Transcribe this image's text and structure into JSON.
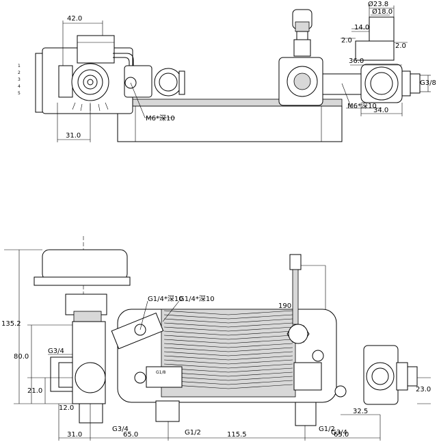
{
  "top_left_view": {
    "dims": {
      "width_top": "42.0",
      "width_bottom": "31.0",
      "callout": "M6*深10"
    },
    "connector_pins": [
      "1",
      "2",
      "3",
      "4",
      "5"
    ]
  },
  "top_right_view": {
    "dims": {
      "dia_outer": "Ø23.8",
      "dia_inner": "Ø18.0",
      "len_14": "14.0",
      "len_2a": "2.0",
      "len_2b": "2.0",
      "len_36": "36.0",
      "thread": "G3/8",
      "len_34": "34.0",
      "callout": "M6*深10"
    }
  },
  "bottom_view": {
    "dims": {
      "h_135": "135.2",
      "h_80": "80.0",
      "h_21": "21.0",
      "h_12": "12.0",
      "thread_left_top": "G3/4",
      "thread_left_bottom": "G3/4",
      "callout_1": "G1/4*深10",
      "callout_2": "G1/4*深10",
      "callout_3": "G1/8",
      "d_190": "190",
      "thread_mid": "G1/2",
      "thread_right_mid": "G1/2",
      "thread_right": "G3/4",
      "len_32": "32.5",
      "h_23": "23.0",
      "w_31": "31.0",
      "w_65a": "65.0",
      "w_115": "115.5",
      "w_65b": "65.0"
    },
    "label_lines": [
      "",
      "",
      "",
      ""
    ]
  }
}
